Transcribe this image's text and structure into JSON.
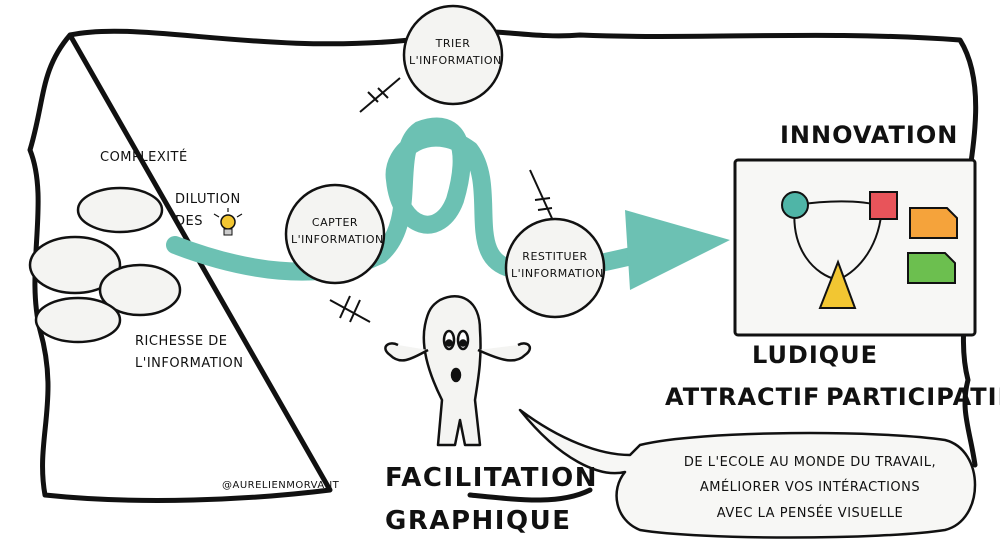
{
  "colors": {
    "teal": "#6cc1b3",
    "ink": "#111111",
    "bubble": "#f4f4f2",
    "board": "#f7f7f5",
    "red_square": "#e8545a",
    "orange_note": "#f5a33b",
    "green_note": "#6cbf4f",
    "triangle": "#f2c632",
    "teal_circle": "#4fb5a7"
  },
  "labels": {
    "complexite": "COMPLEXITÉ",
    "dilution_line1": "DILUTION",
    "dilution_line2": "DES",
    "richesse_line1": "RICHESSE DE",
    "richesse_line2": "L'INFORMATION",
    "trier_line1": "TRIER",
    "trier_line2": "L'INFORMATION",
    "capter_line1": "CAPTER",
    "capter_line2": "L'INFORMATION",
    "restituer_line1": "RESTITUER",
    "restituer_line2": "L'INFORMATION",
    "innovation": "INNOVATION",
    "ludique": "LUDIQUE",
    "attractif": "ATTRACTIF",
    "participatif": "PARTICIPATIF",
    "facilitation": "FACILITATION",
    "graphique": "GRAPHIQUE",
    "signature": "@AURELIENMORVANT",
    "speech_line1": "DE L'ECOLE AU MONDE DU TRAVAIL,",
    "speech_line2": "AMÉLIORER VOS INTÉRACTIONS",
    "speech_line3": "AVEC LA PENSÉE VISUELLE"
  },
  "icons": [
    "lightbulb-icon",
    "cloud-icon"
  ]
}
